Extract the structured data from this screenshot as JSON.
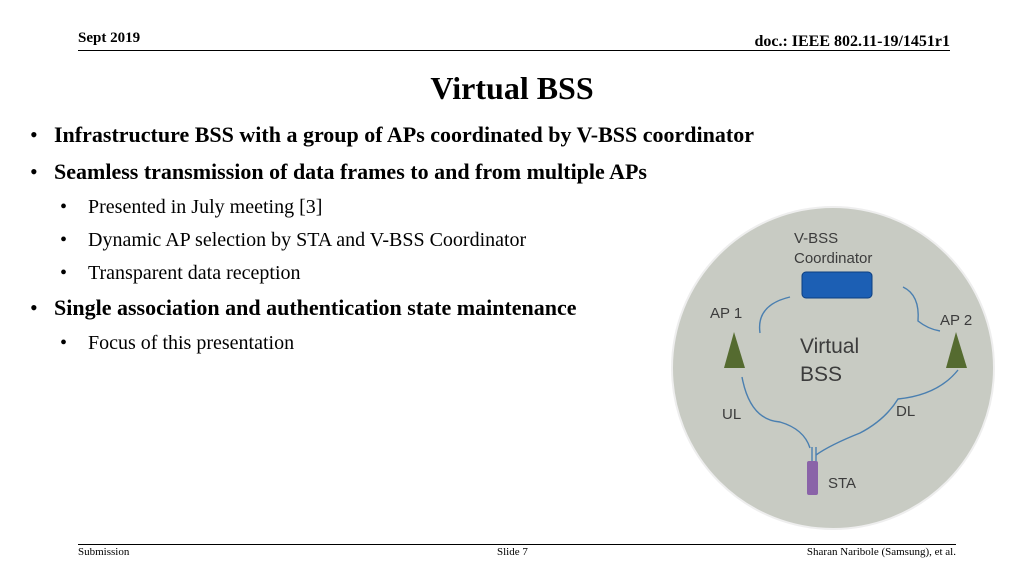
{
  "header": {
    "date": "Sept 2019",
    "doc_id": "doc.: IEEE 802.11-19/1451r1"
  },
  "title": "Virtual BSS",
  "bullets": [
    {
      "text": "Infrastructure BSS with a group of APs coordinated by V-BSS coordinator",
      "sub": []
    },
    {
      "text": "Seamless transmission of data frames to and from multiple APs",
      "sub": [
        "Presented in July meeting [3]",
        "Dynamic AP selection by STA and V-BSS Coordinator",
        "Transparent data reception"
      ]
    },
    {
      "text": "Single association and authentication state maintenance",
      "sub": [
        "Focus of this presentation"
      ]
    }
  ],
  "diagram": {
    "coordinator_line1": "V-BSS",
    "coordinator_line2": "Coordinator",
    "ap1": "AP 1",
    "ap2": "AP 2",
    "center_line1": "Virtual",
    "center_line2": "BSS",
    "ul": "UL",
    "dl": "DL",
    "sta": "STA",
    "colors": {
      "circle": "#c8cbc3",
      "circle_edge": "#eeeeee",
      "coordinator": "#1c5fb4",
      "ap": "#556b30",
      "sta": "#8a63a8",
      "link": "#4a7fb0"
    }
  },
  "footer": {
    "left": "Submission",
    "center": "Slide 7",
    "right": "Sharan Naribole (Samsung), et al."
  }
}
